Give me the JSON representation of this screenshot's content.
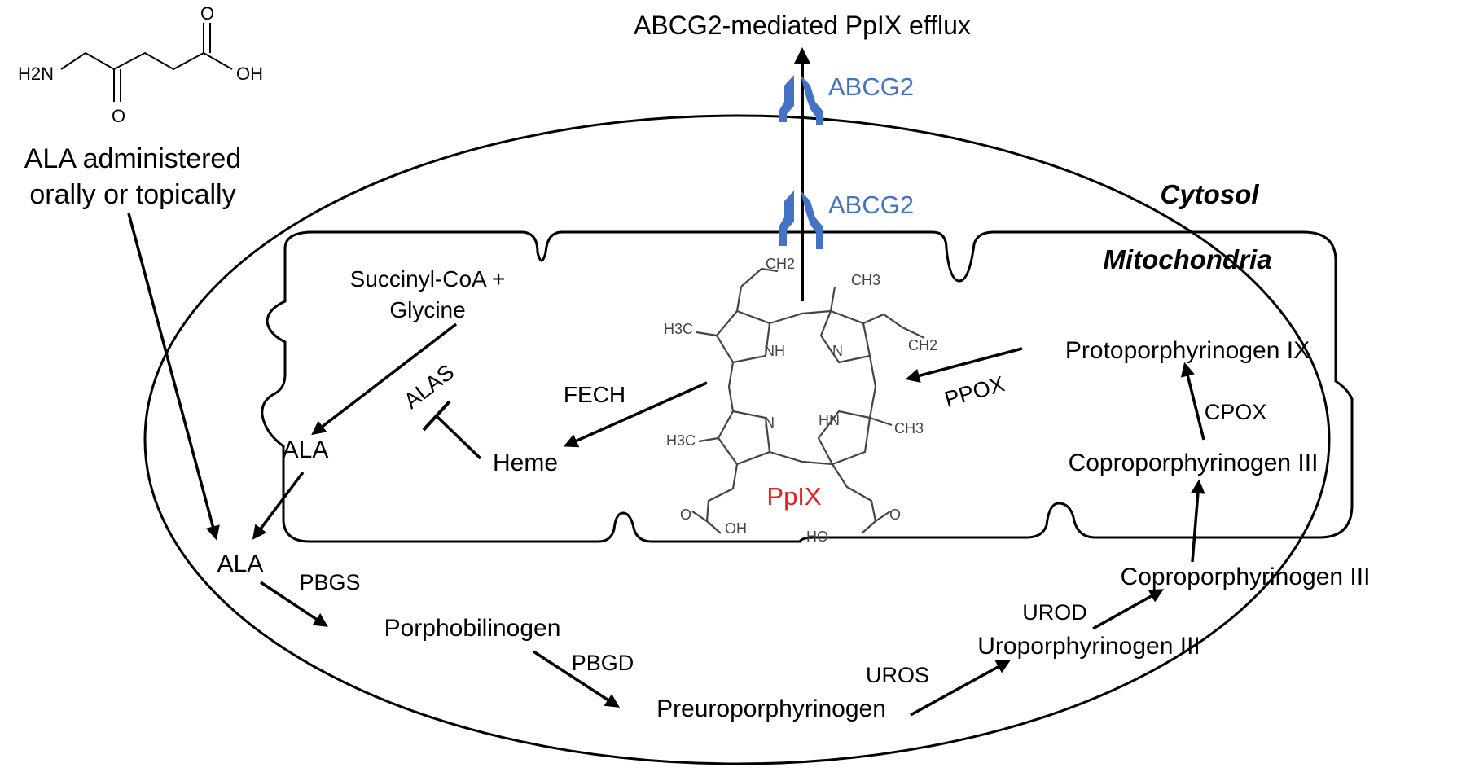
{
  "title": "ABCG2-mediated PpIX efflux",
  "transporter": {
    "label": "ABCG2",
    "color": "#4472c4"
  },
  "compartments": {
    "cytosol": "Cytosol",
    "mitochondria": "Mitochondria"
  },
  "ala_structure": {
    "amine": "H2N",
    "oxygen": "O",
    "acid": "OH"
  },
  "administration": {
    "line1": "ALA administered",
    "line2": "orally or topically"
  },
  "metabolites": {
    "succinyl_coa_line1": "Succinyl-CoA +",
    "succinyl_coa_line2": "Glycine",
    "ala_mito": "ALA",
    "ala_cyto": "ALA",
    "heme": "Heme",
    "porphobilinogen": "Porphobilinogen",
    "preuroporphyrinogen": "Preuroporphyrinogen",
    "uroporphyrinogen": "Uroporphyrinogen III",
    "coproporphyrinogen_cyto": "Coproporphyrinogen III",
    "coproporphyrinogen_mito": "Coproporphyrinogen III",
    "protoporphyrinogen": "Protoporphyrinogen IX"
  },
  "enzymes": {
    "alas": "ALAS",
    "fech": "FECH",
    "pbgs": "PBGS",
    "pbgd": "PBGD",
    "uros": "UROS",
    "urod": "UROD",
    "cpox": "CPOX",
    "ppox": "PPOX"
  },
  "pplx": {
    "name": "PpIX",
    "name_color": "#e8211d",
    "vinyl": "CH2",
    "methyl": "CH3",
    "methyl_left": "H3C",
    "nh": "NH",
    "hn": "HN",
    "n": "N",
    "oh": "OH",
    "ho": "HO",
    "o": "O"
  }
}
